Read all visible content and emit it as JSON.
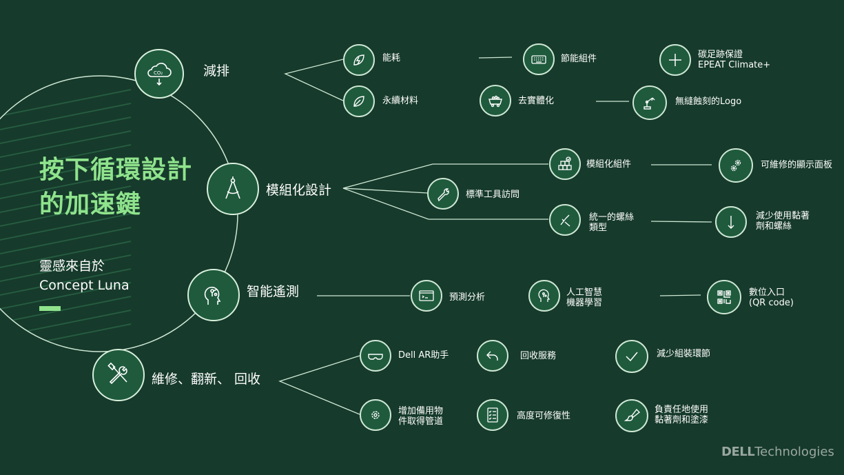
{
  "title": {
    "line1": "按下循環設計",
    "line2": "的加速鍵"
  },
  "subtitle": {
    "line1": "靈感來自於",
    "line2": "Concept Luna"
  },
  "categories": {
    "emissions": {
      "label": "減排",
      "icon": "co2-cloud-icon"
    },
    "modular": {
      "label": "模組化設計",
      "icon": "compass-icon"
    },
    "telemetry": {
      "label": "智能遙測",
      "icon": "ai-head-icon"
    },
    "repair": {
      "label": "維修、翻新、 回收",
      "icon": "tools-icon"
    }
  },
  "items": {
    "energy": "能耗",
    "energy_parts": "節能組件",
    "carbon_line1": "碳足跡保證",
    "carbon_line2": "EPEAT Climate+",
    "sustainable": "永續材料",
    "dematerial": "去實體化",
    "logo_etch": "無縫蝕刻的Logo",
    "modular_parts": "模組化組件",
    "display_panel": "可維修的顯示面板",
    "std_tools": "標準工具訪問",
    "screws_line1": "統一的螺絲",
    "screws_line2": "類型",
    "adhesive_line1": "減少使用黏著",
    "adhesive_line2": "劑和螺絲",
    "predictive": "預測分析",
    "ai_line1": "人工智慧",
    "ai_line2": "機器學習",
    "portal_line1": "數位入口",
    "portal_line2": "(QR code)",
    "ar_assist": "Dell AR助手",
    "recycle_service": "回收服務",
    "reduce_assembly": "減少組裝環節",
    "spare_line1": "增加備用物",
    "spare_line2": "件取得管道",
    "repairability": "高度可修復性",
    "resp_line1": "負責任地使用",
    "resp_line2": "黏著劑和塗漆"
  },
  "logo": {
    "brand": "DELL",
    "suffix": "Technologies"
  },
  "colors": {
    "background": "#163a2b",
    "accent": "#8fe38c",
    "icon_fill": "#1f5a3d",
    "line": "#cfe8d5"
  }
}
